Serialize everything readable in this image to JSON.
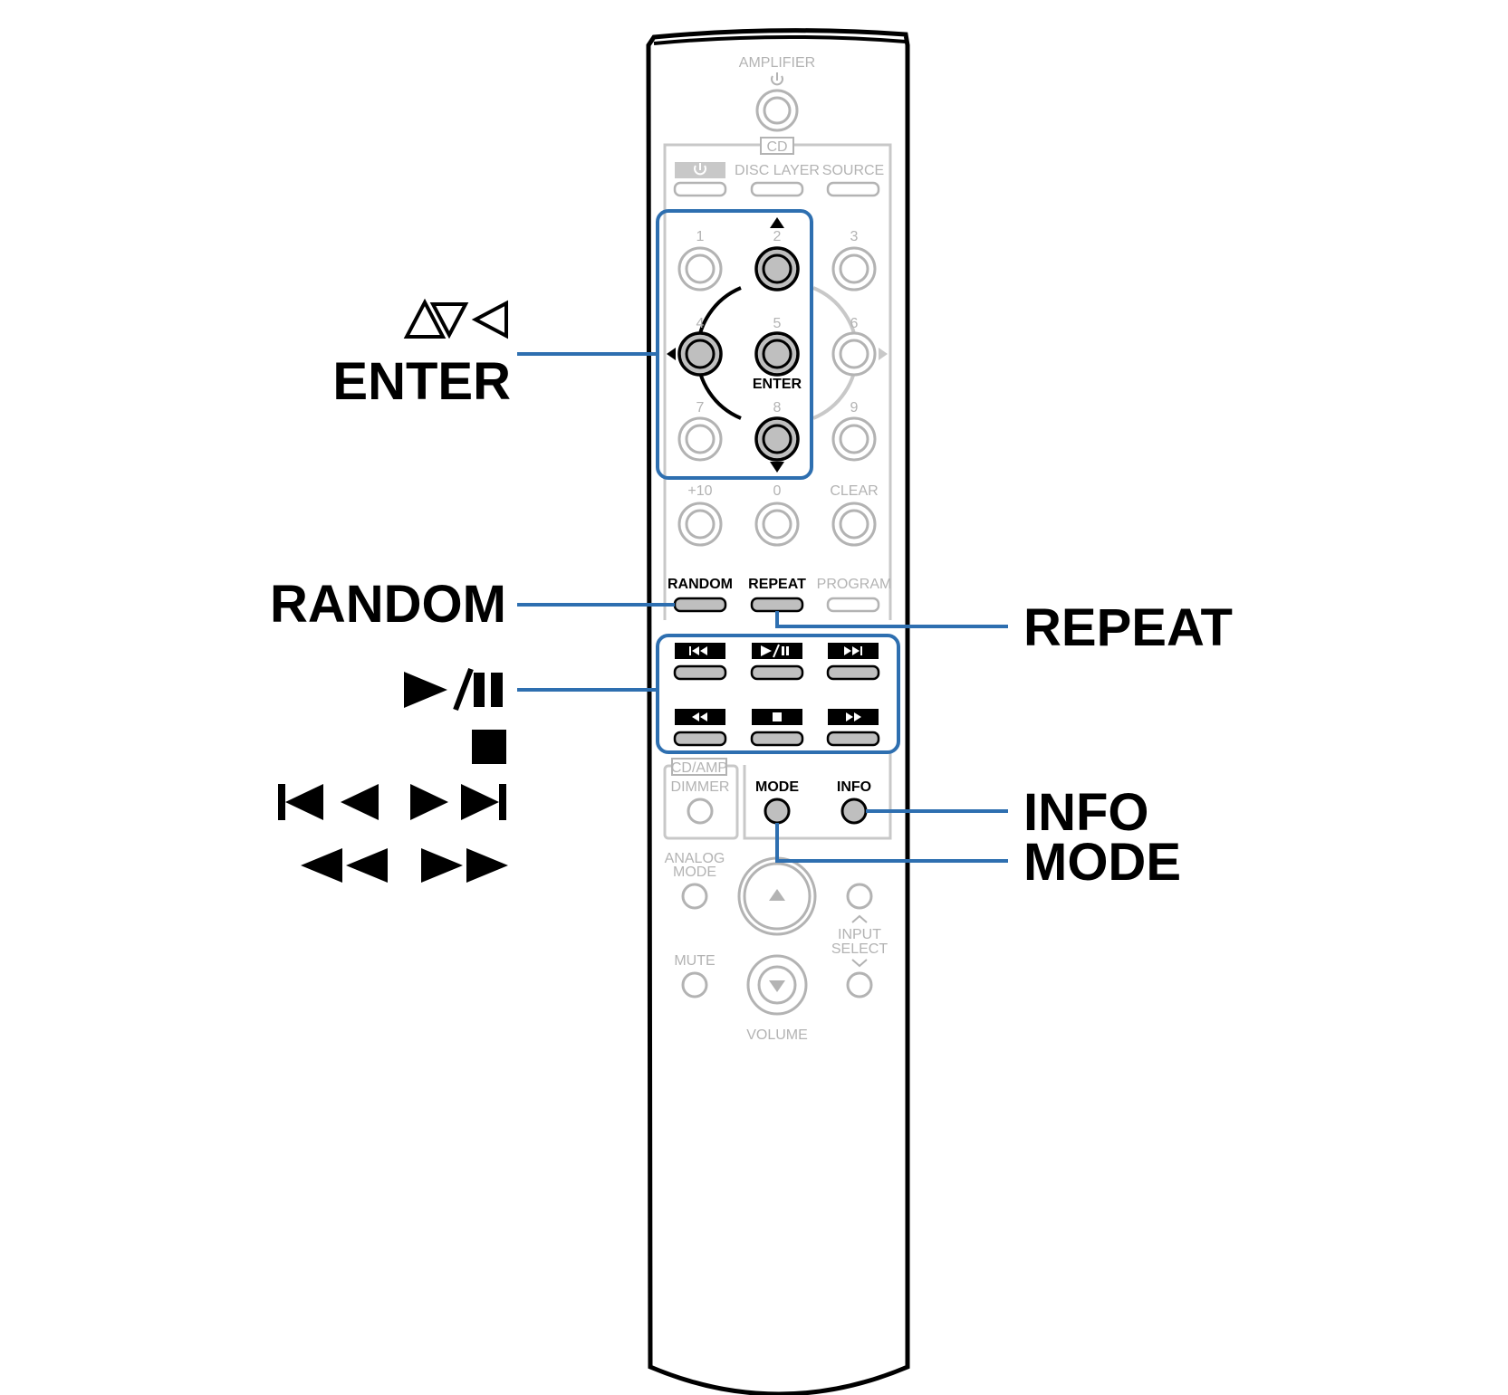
{
  "remote": {
    "amplifier": {
      "label": "AMPLIFIER",
      "power_icon": "power-icon"
    },
    "cd_section": {
      "label": "CD"
    },
    "top_row": [
      "",
      "DISC LAYER",
      "SOURCE"
    ],
    "number_keys": [
      "1",
      "2",
      "3",
      "4",
      "5",
      "6",
      "7",
      "8",
      "9",
      "+10",
      "0",
      "CLEAR"
    ],
    "enter_label": "ENTER",
    "function_row": [
      "RANDOM",
      "REPEAT",
      "PROGRAM"
    ],
    "transport_icons": [
      "skip-back-icon",
      "play-pause-icon",
      "skip-forward-icon",
      "rewind-icon",
      "stop-icon",
      "fast-forward-icon"
    ],
    "cd_amp_label": "CD/AMP",
    "dimmer_label": "DIMMER",
    "mode_label": "MODE",
    "info_label": "INFO",
    "analog_mode_label": [
      "ANALOG",
      "MODE"
    ],
    "mute_label": "MUTE",
    "input_select_label": [
      "INPUT",
      "SELECT"
    ],
    "volume_label": "VOLUME"
  },
  "callouts": {
    "cursor_symbols": "△▽◁",
    "enter": "ENTER",
    "random": "RANDOM",
    "repeat": "REPEAT",
    "play_pause": "▶/❚❚",
    "stop": "■",
    "skip": "❙◀◀  ▶▶❙",
    "search": "◀◀  ▶▶",
    "info": "INFO",
    "mode": "MODE"
  },
  "colors": {
    "callout_blue": "#2e6fb0",
    "outline_black": "#000000",
    "inactive_grey": "#b3b3b3",
    "active_button_fill": "#bfbfbf"
  }
}
